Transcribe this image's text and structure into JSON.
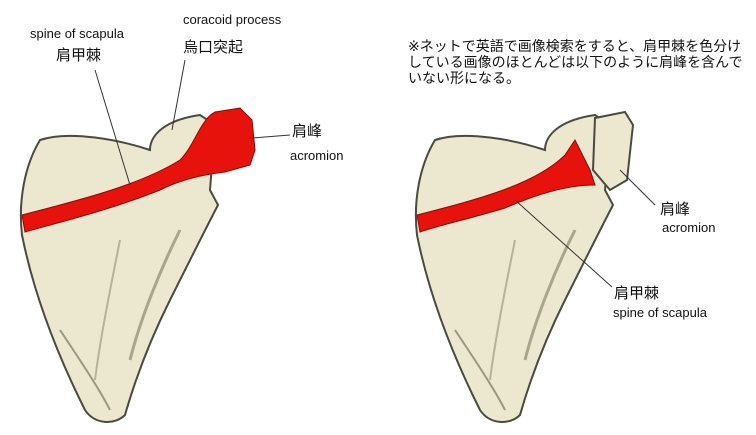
{
  "left_figure": {
    "spine_en": "spine of scapula",
    "spine_ja": "肩甲棘",
    "coracoid_en": "coracoid process",
    "coracoid_ja": "烏口突起",
    "acromion_ja": "肩峰",
    "acromion_en": "acromion"
  },
  "right_figure": {
    "note": "※ネットで英語で画像検索をすると、肩甲棘を色分けしている画像のほとんどは以下のように肩峰を含んでいない形になる。",
    "acromion_ja": "肩峰",
    "acromion_en": "acromion",
    "spine_ja": "肩甲棘",
    "spine_en": "spine of scapula"
  },
  "colors": {
    "bone": "#ece8cf",
    "bone_edge": "#4a4a40",
    "highlight": "#e8120c"
  }
}
